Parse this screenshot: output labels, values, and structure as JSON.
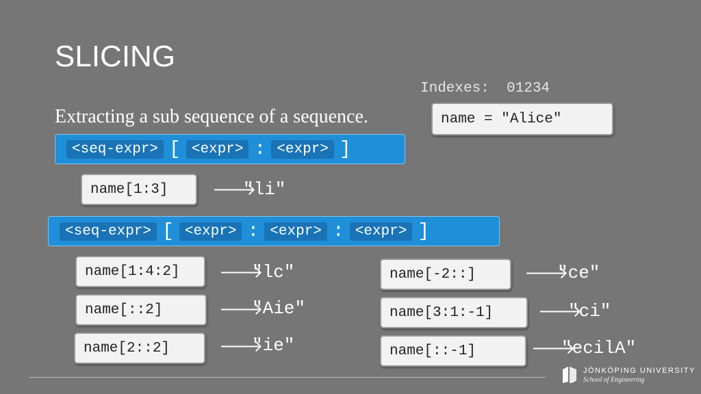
{
  "title": "SLICING",
  "subtitle": "Extracting a sub sequence of a sequence.",
  "indexes": "Indexes:  01234",
  "assignment": "name = \"Alice\"",
  "syntax1": {
    "seq": "<seq-expr>",
    "open": "[",
    "e1": "<expr>",
    "colon": ":",
    "e2": "<expr>",
    "close": "]"
  },
  "syntax2": {
    "seq": "<seq-expr>",
    "open": "[",
    "e1": "<expr>",
    "colon1": ":",
    "e2": "<expr>",
    "colon2": ":",
    "e3": "<expr>",
    "close": "]"
  },
  "arrow": "🡒",
  "examples": [
    {
      "expr": "name[1:3]",
      "result": "\"li\""
    },
    {
      "expr": "name[1:4:2]",
      "result": "\"lc\""
    },
    {
      "expr": "name[::2]",
      "result": "\"Aie\""
    },
    {
      "expr": "name[2::2]",
      "result": "\"ie\""
    },
    {
      "expr": "name[-2::]",
      "result": "\"ce\""
    },
    {
      "expr": "name[3:1:-1]",
      "result": "\"ci\""
    },
    {
      "expr": "name[::-1]",
      "result": "\"ecilA\""
    }
  ],
  "logo": {
    "name": "JÖNKÖPING UNIVERSITY",
    "school": "School of Engineering"
  },
  "colors": {
    "background": "#767676",
    "syntax_bar": "#1e8fd8",
    "syntax_chip": "#1973b6",
    "code_box": "#f2f2f2"
  }
}
